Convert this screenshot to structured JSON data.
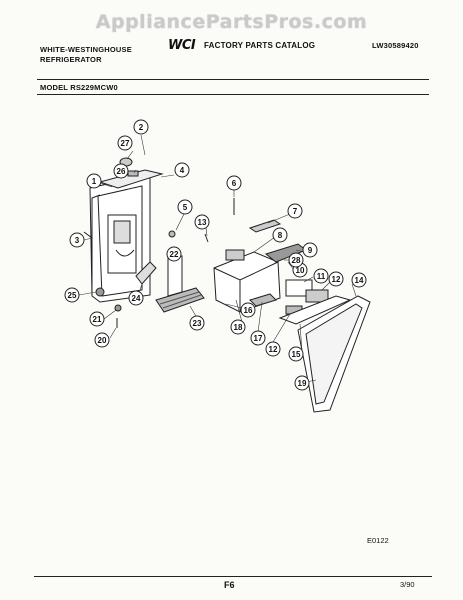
{
  "watermark": "AppliancePartsPros.com",
  "header": {
    "brand_line1": "WHITE-WESTINGHOUSE",
    "brand_line2": "REFRIGERATOR",
    "logo_text": "WCI",
    "catalog": "FACTORY PARTS CATALOG",
    "doc_id": "LW30589420",
    "model": "MODEL RS229MCW0"
  },
  "callouts": [
    "1",
    "2",
    "3",
    "4",
    "5",
    "6",
    "7",
    "8",
    "9",
    "10",
    "11",
    "12",
    "12",
    "13",
    "14",
    "15",
    "16",
    "17",
    "18",
    "19",
    "20",
    "21",
    "22",
    "23",
    "24",
    "25",
    "26",
    "27",
    "28"
  ],
  "footer": {
    "figure_code": "E0122",
    "page": "F6",
    "date": "3/90"
  }
}
